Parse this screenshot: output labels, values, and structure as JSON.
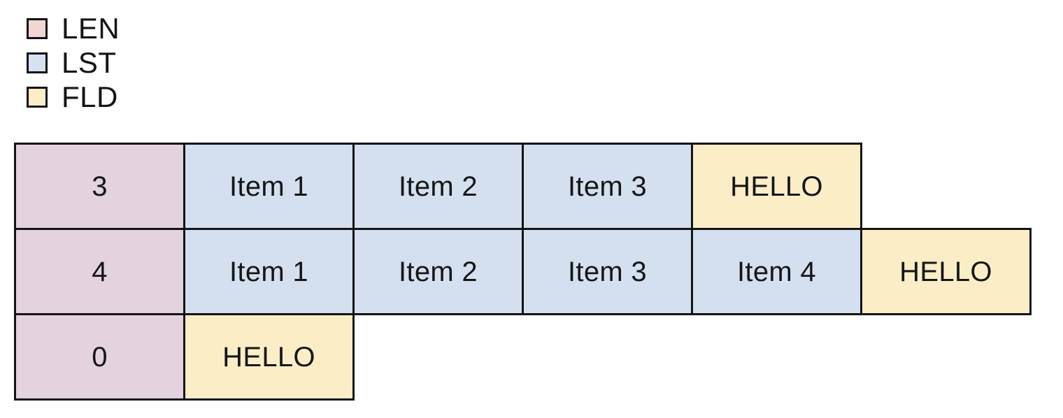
{
  "legend": {
    "items": [
      {
        "label": "LEN",
        "color": "#f1d6d4"
      },
      {
        "label": "LST",
        "color": "#d6e2f0"
      },
      {
        "label": "FLD",
        "color": "#fbeec7"
      }
    ]
  },
  "table": {
    "rows": [
      {
        "cells": [
          {
            "text": "3",
            "kind": "len"
          },
          {
            "text": "Item 1",
            "kind": "lst"
          },
          {
            "text": "Item 2",
            "kind": "lst"
          },
          {
            "text": "Item 3",
            "kind": "lst"
          },
          {
            "text": "HELLO",
            "kind": "fld"
          }
        ]
      },
      {
        "cells": [
          {
            "text": "4",
            "kind": "len"
          },
          {
            "text": "Item 1",
            "kind": "lst"
          },
          {
            "text": "Item 2",
            "kind": "lst"
          },
          {
            "text": "Item 3",
            "kind": "lst"
          },
          {
            "text": "Item 4",
            "kind": "lst"
          },
          {
            "text": "HELLO",
            "kind": "fld"
          }
        ]
      },
      {
        "cells": [
          {
            "text": "0",
            "kind": "len"
          },
          {
            "text": "HELLO",
            "kind": "fld"
          }
        ]
      }
    ]
  },
  "colors": {
    "len_fill": "#e4d2df",
    "lst_fill": "#d4e0f0",
    "fld_fill": "#fbeec7",
    "stroke": "#141414",
    "background": "#ffffff"
  }
}
